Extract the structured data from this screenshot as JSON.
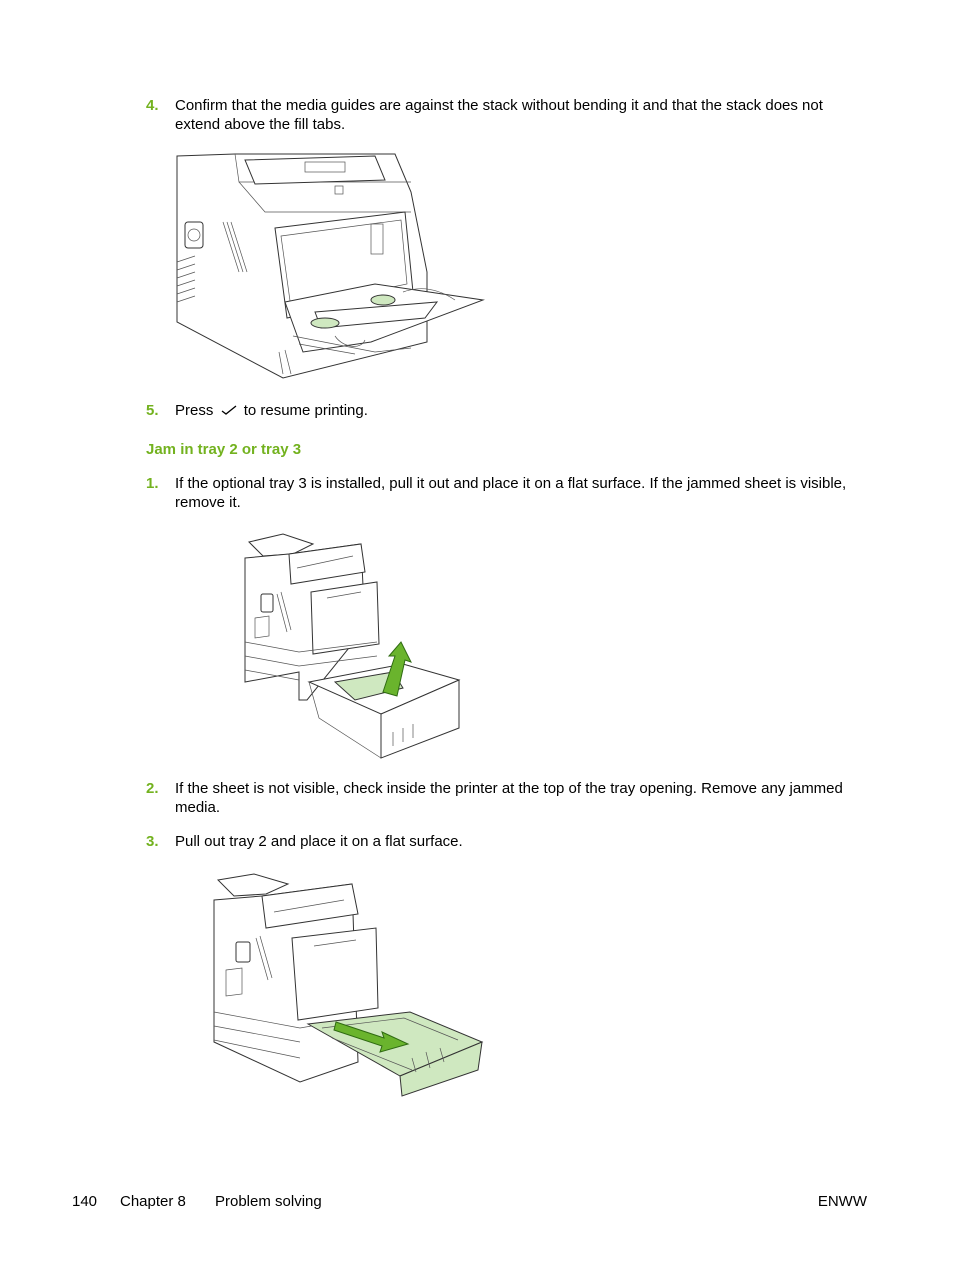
{
  "steps_a": [
    {
      "num": "4.",
      "text": "Confirm that the media guides are against the stack without bending it and that the stack does not extend above the fill tabs."
    },
    {
      "num": "5.",
      "text_before": "Press",
      "icon": "checkmark-icon",
      "text_after": "to resume printing."
    }
  ],
  "section_heading": "Jam in tray 2 or tray 3",
  "steps_b": [
    {
      "num": "1.",
      "text": "If the optional tray 3 is installed, pull it out and place it on a flat surface. If the jammed sheet is visible, remove it."
    },
    {
      "num": "2.",
      "text": "If the sheet is not visible, check inside the printer at the top of the tray opening. Remove any jammed media."
    },
    {
      "num": "3.",
      "text": "Pull out tray 2 and place it on a flat surface."
    }
  ],
  "footer": {
    "page_number": "140",
    "chapter": "Chapter 8",
    "chapter_title": "Problem solving",
    "right_label": "ENWW"
  },
  "colors": {
    "accent": "#73b21f",
    "highlight": "#cfe8c0"
  }
}
